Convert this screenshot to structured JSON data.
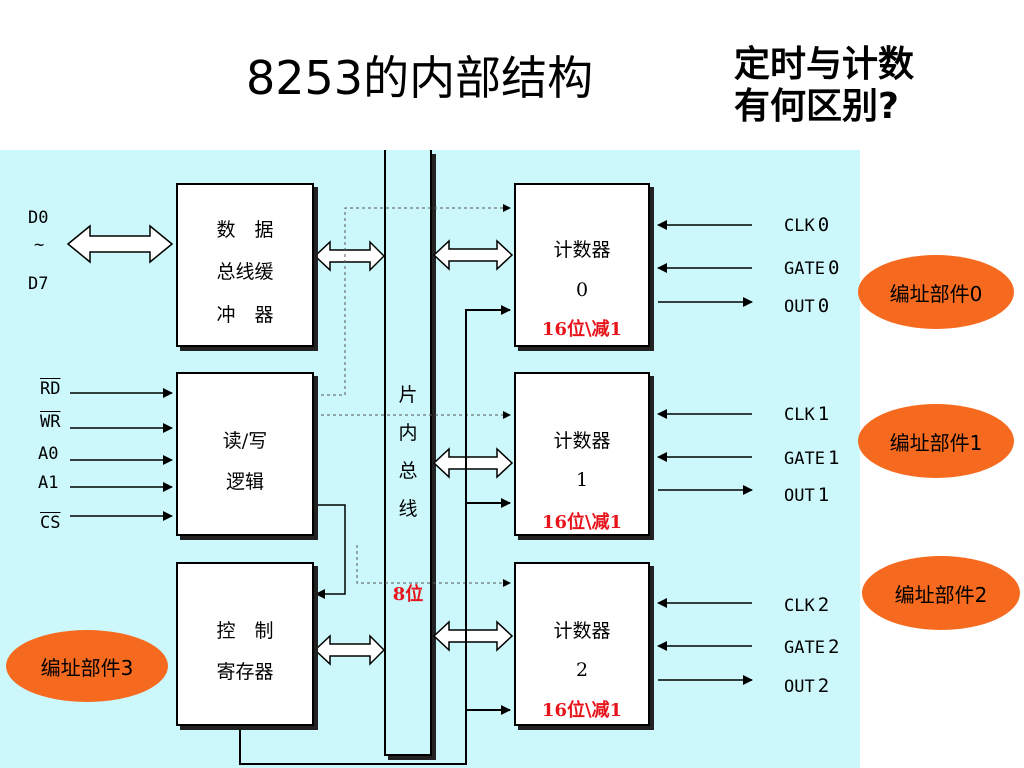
{
  "title": "8253的内部结构",
  "question": {
    "line1": "定时与计数",
    "line2": "有何区别?"
  },
  "blocks": {
    "data_buffer": {
      "line1": "数　据",
      "line2": "总线缓",
      "line3": "冲　器"
    },
    "rw_logic": {
      "line1": "读/写",
      "line2": "逻辑"
    },
    "control_register": {
      "line1": "控　制",
      "line2": "寄存器"
    },
    "internal_bus": {
      "chars": [
        "片",
        "内",
        "总",
        "线"
      ],
      "width": "8位"
    }
  },
  "counters": [
    {
      "name": "计数器",
      "index": "0",
      "spec": "16位\\减1",
      "clk": "CLK",
      "gate": "GATE",
      "out": "OUT",
      "num": "0",
      "addr_label": "编址部件0"
    },
    {
      "name": "计数器",
      "index": "1",
      "spec": "16位\\减1",
      "clk": "CLK",
      "gate": "GATE",
      "out": "OUT",
      "num": "1",
      "addr_label": "编址部件1"
    },
    {
      "name": "计数器",
      "index": "2",
      "spec": "16位\\减1",
      "clk": "CLK",
      "gate": "GATE",
      "out": "OUT",
      "num": "2",
      "addr_label": "编址部件2"
    }
  ],
  "data_lines": {
    "top": "D0",
    "tilde": "~",
    "bottom": "D7"
  },
  "signals": {
    "rd": "RD",
    "wr": "WR",
    "a0": "A0",
    "a1": "A1",
    "cs": "CS"
  },
  "control_addr_label": "编址部件3",
  "colors": {
    "panel": "#ccf8fc",
    "accent_red": "#e8141c",
    "oval": "#f56a1f"
  }
}
